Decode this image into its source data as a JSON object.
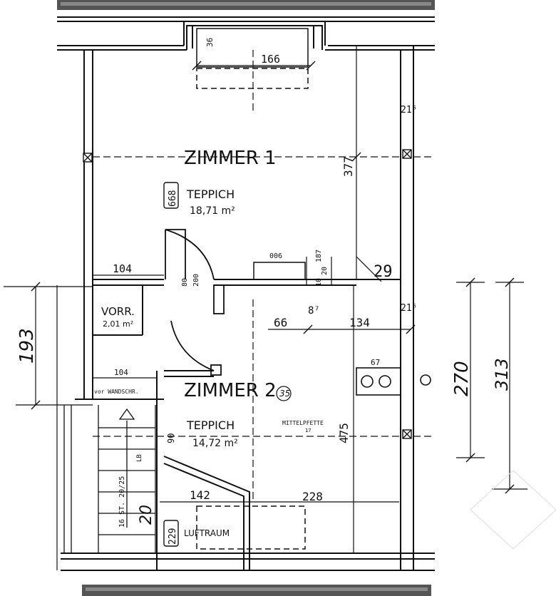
{
  "rooms": {
    "zimmer1": {
      "name": "ZIMMER 1",
      "floor": "TEPPICH",
      "area": "18,71 m²",
      "perimeter": "668"
    },
    "zimmer2": {
      "name": "ZIMMER 2",
      "floor": "TEPPICH",
      "area": "14,72 m²",
      "height_mark": "35"
    },
    "vorraum": {
      "name": "VORR.",
      "area": "2,01 m²"
    },
    "luftraum": {
      "name": "LUFTRAUM",
      "perimeter": "229"
    }
  },
  "dimensions": {
    "d36": "36",
    "d166": "166",
    "d215_top": "21⁵",
    "d377": "377",
    "d104_top": "104",
    "d80": "80",
    "d200": "200",
    "d006": "006",
    "d187": "187",
    "d20": "20",
    "d10": "10",
    "d29": "29",
    "d66": "66",
    "d87": "8⁷",
    "d134": "134",
    "d215_mid": "21⁵",
    "d67": "67",
    "d104_mid": "104",
    "d90": "90",
    "d475": "475",
    "d142": "142",
    "d228": "228",
    "d270": "270",
    "d313": "313",
    "d193": "193",
    "d20_stair": "20"
  },
  "notes": {
    "mittelpfette": "MITTELPFETTE",
    "mp_sub": "17",
    "wandschr": "vor WANDSCHR.",
    "stair_steps": "16 ST. 20/25",
    "lb": "LB"
  }
}
